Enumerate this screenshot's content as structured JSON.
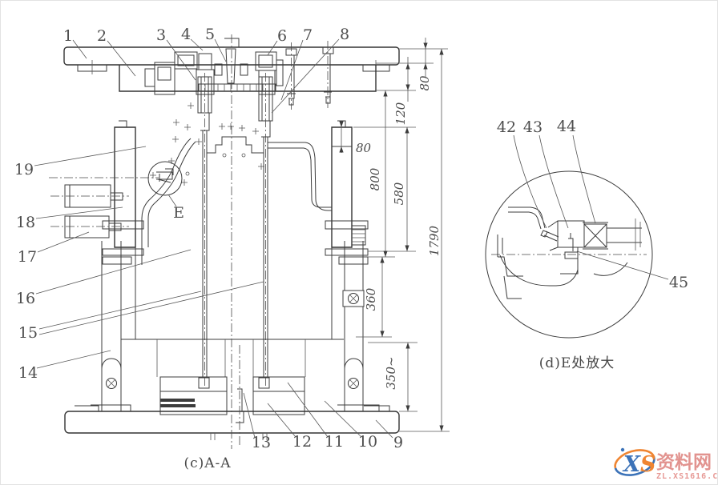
{
  "colors": {
    "line": "#3c3c3c",
    "label_text": "#4d4d4d",
    "watermark_pink": "#e2938f",
    "logo_blue": "#3b72b8",
    "logo_orange": "#ef8532",
    "background": "#ffffff"
  },
  "main_view": {
    "caption": "(c)A-A",
    "detail_marker_label": "E",
    "part_labels": {
      "p1": "1",
      "p2": "2",
      "p3": "3",
      "p4": "4",
      "p5": "5",
      "p6": "6",
      "p7": "7",
      "p8": "8",
      "p9": "9",
      "p10": "10",
      "p11": "11",
      "p12": "12",
      "p13": "13",
      "p14": "14",
      "p15": "15",
      "p16": "16",
      "p17": "17",
      "p18": "18",
      "p19": "19"
    },
    "dimensions": {
      "top_80": "80",
      "upper_120": "120",
      "height_800": "800",
      "height_580": "580",
      "height_360": "360",
      "height_350": "350~",
      "overall_1790": "1790",
      "step_80": "80"
    }
  },
  "detail_view": {
    "caption": "(d)E处放大",
    "part_labels": {
      "p42": "42",
      "p43": "43",
      "p44": "44",
      "p45": "45"
    }
  },
  "watermark": {
    "logo_x": "X",
    "logo_s": "S",
    "site_name": "资料网",
    "site_url": "ZL.XS1616.COM"
  }
}
